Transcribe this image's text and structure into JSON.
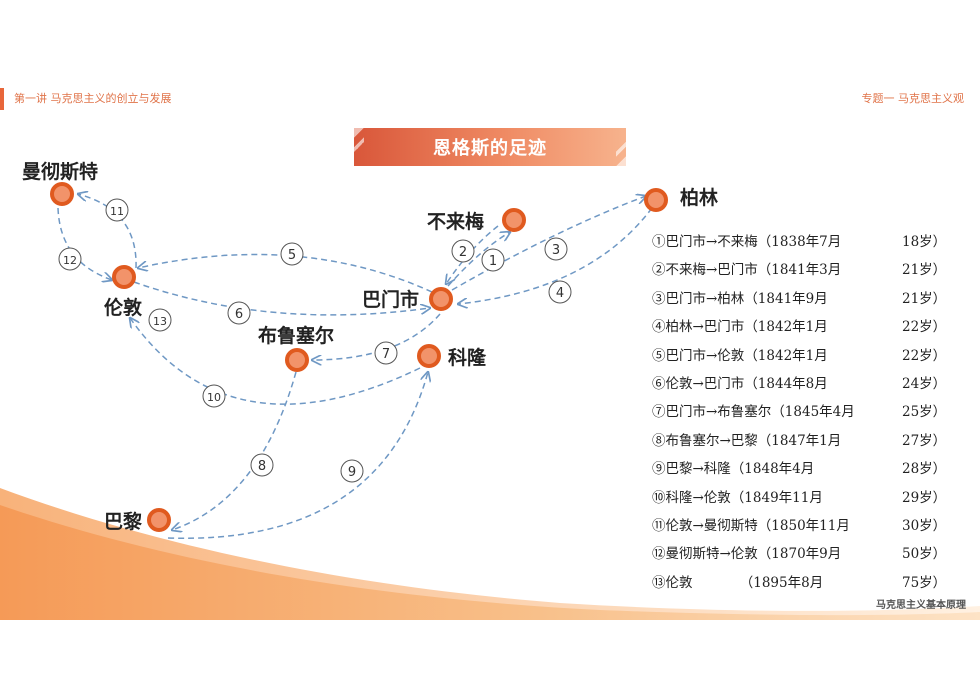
{
  "header": {
    "left": "第一讲 马克思主义的创立与发展",
    "right": "专题一 马克思主义观"
  },
  "title": "恩格斯的足迹",
  "colors": {
    "accent": "#e8663a",
    "marker_ring": "#e05a1f",
    "marker_fill": "#f2936a",
    "route_line": "#6f98c4"
  },
  "map": {
    "cities": [
      {
        "id": "manchester",
        "label": "曼彻斯特"
      },
      {
        "id": "london",
        "label": "伦敦"
      },
      {
        "id": "bremen",
        "label": "不来梅"
      },
      {
        "id": "barmen",
        "label": "巴门市"
      },
      {
        "id": "berlin",
        "label": "柏林"
      },
      {
        "id": "brussels",
        "label": "布鲁塞尔"
      },
      {
        "id": "cologne",
        "label": "科隆"
      },
      {
        "id": "paris",
        "label": "巴黎"
      }
    ],
    "route_numbers": [
      "1",
      "2",
      "3",
      "4",
      "5",
      "6",
      "7",
      "8",
      "9",
      "10",
      "11",
      "12",
      "13"
    ]
  },
  "routes": [
    {
      "text": "①巴门市→不来梅（1838年7月",
      "age": "18岁）"
    },
    {
      "text": "②不来梅→巴门市（1841年3月",
      "age": "21岁）"
    },
    {
      "text": "③巴门市→柏林（1841年9月",
      "age": "21岁）"
    },
    {
      "text": "④柏林→巴门市（1842年1月",
      "age": "22岁）"
    },
    {
      "text": "⑤巴门市→伦敦（1842年1月",
      "age": "22岁）"
    },
    {
      "text": "⑥伦敦→巴门市（1844年8月",
      "age": "24岁）"
    },
    {
      "text": "⑦巴门市→布鲁塞尔（1845年4月",
      "age": "25岁）"
    },
    {
      "text": "⑧布鲁塞尔→巴黎（1847年1月",
      "age": "27岁）"
    },
    {
      "text": "⑨巴黎→科隆（1848年4月",
      "age": "28岁）"
    },
    {
      "text": "⑩科隆→伦敦（1849年11月",
      "age": "29岁）"
    },
    {
      "text": "⑪伦敦→曼彻斯特（1850年11月",
      "age": "30岁）"
    },
    {
      "text": "⑫曼彻斯特→伦敦（1870年9月",
      "age": "50岁）"
    },
    {
      "text": "⑬伦敦　　　　（1895年8月",
      "age": "75岁）"
    }
  ],
  "footer": "马克思主义基本原理"
}
